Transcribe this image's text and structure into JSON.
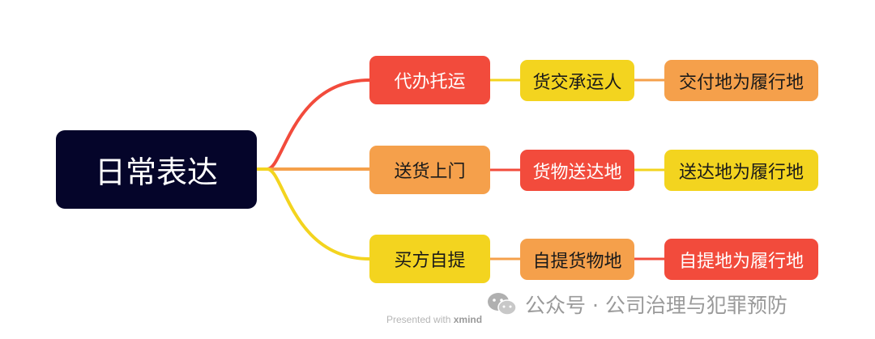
{
  "root": {
    "label": "日常表达"
  },
  "branches": [
    {
      "label": "代办托运",
      "color": "#f24b3c",
      "children": [
        "货交承运人",
        "交付地为履行地"
      ]
    },
    {
      "label": "送货上门",
      "color": "#f5a04b",
      "children": [
        "货物送达地",
        "送达地为履行地"
      ]
    },
    {
      "label": "买方自提",
      "color": "#f3d41f",
      "children": [
        "自提货物地",
        "自提地为履行地"
      ]
    }
  ],
  "watermark": {
    "icon": "wechat-icon",
    "text": "公众号 · 公司治理与犯罪预防"
  },
  "credit": {
    "prefix": "Presented with",
    "brand": "xmind"
  }
}
